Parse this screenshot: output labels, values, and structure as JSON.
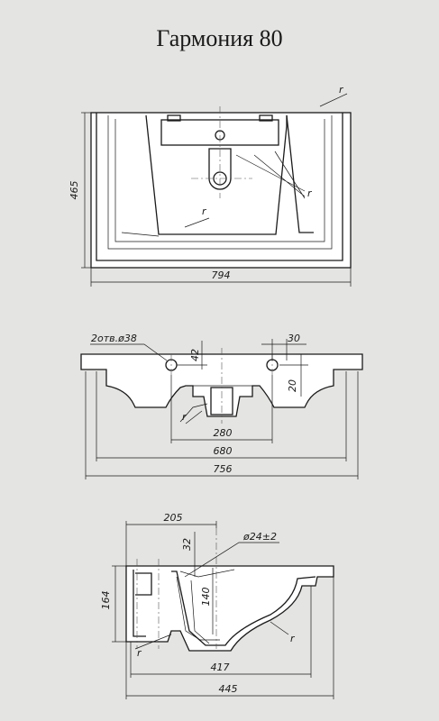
{
  "title": "Гармония 80",
  "top_view": {
    "height_label": "465",
    "width_label": "794",
    "r_label_top": "r",
    "r_label_mid": "r",
    "r_label_bottom": "r"
  },
  "front_view": {
    "holes_label": "2отв.ø38",
    "hole_offset_label": "42",
    "hole_spacing_label": "30",
    "hole_height_label": "20",
    "r_label": "r",
    "inner_width_label": "280",
    "mid_width_label": "680",
    "overall_width_label": "756"
  },
  "side_view": {
    "depth_top_label": "205",
    "outlet_offset_label": "32",
    "outlet_label": "ø24±2",
    "height_label": "164",
    "bowl_depth_label": "140",
    "r_label_left": "r",
    "r_label_right": "r",
    "inner_depth_label": "417",
    "overall_depth_label": "445"
  }
}
